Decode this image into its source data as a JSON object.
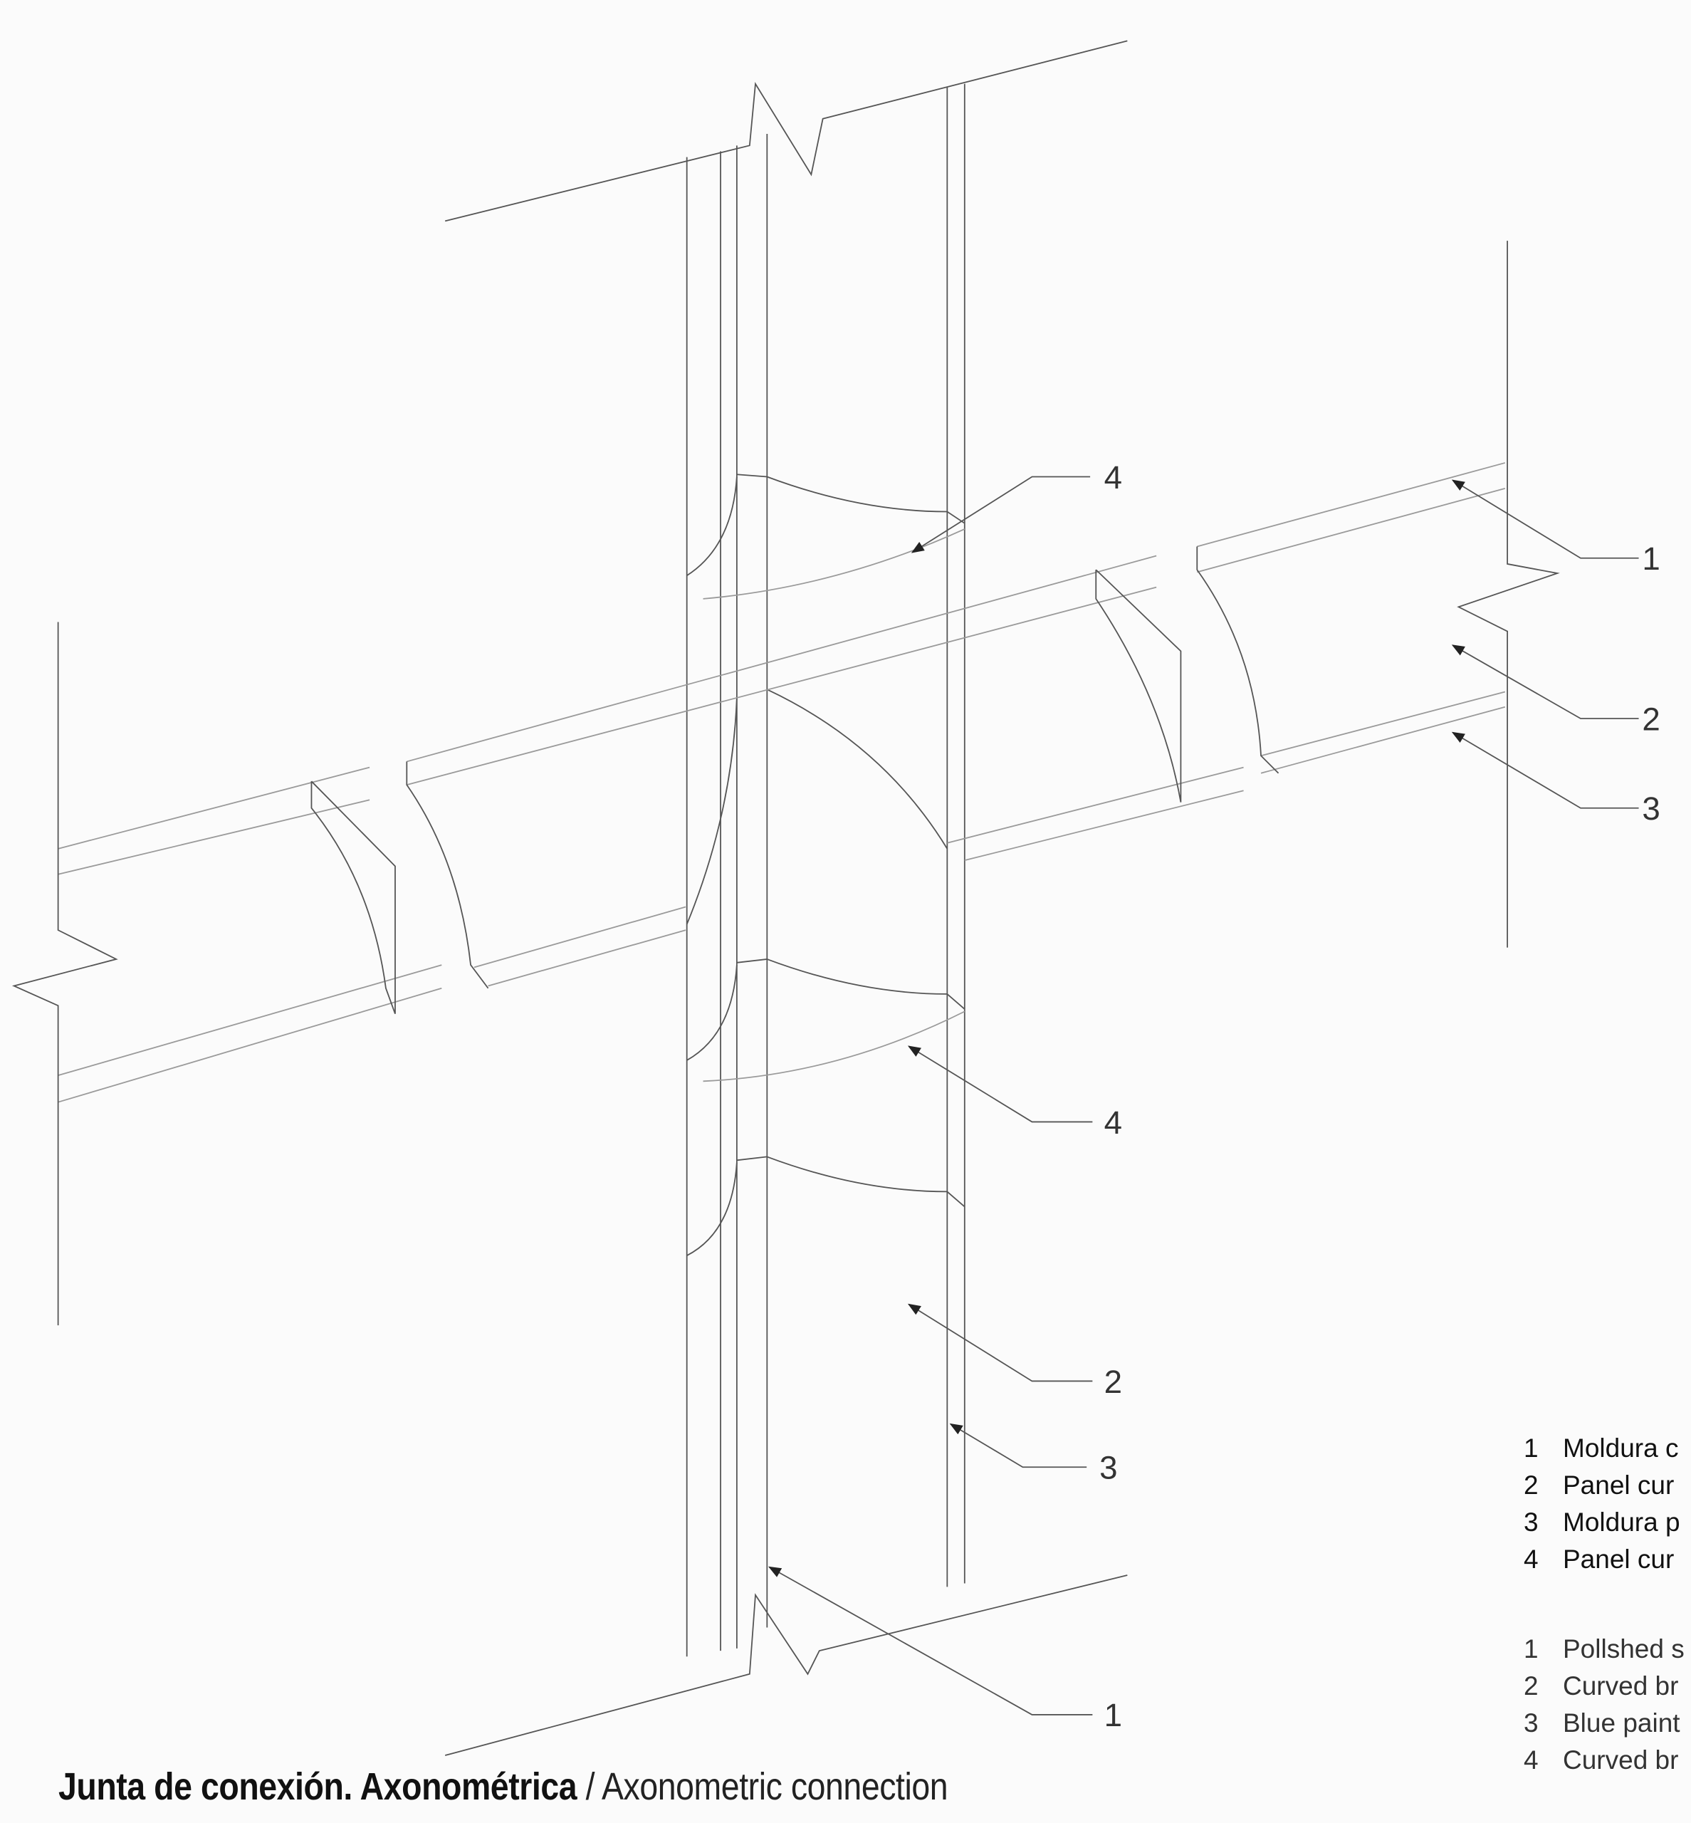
{
  "caption": {
    "title_es": "Junta de conexión. Axonométrica",
    "separator": " / ",
    "title_en": "Axonometric connection"
  },
  "callouts": [
    "4",
    "1",
    "2",
    "3",
    "4",
    "2",
    "3",
    "1"
  ],
  "legend_es": [
    {
      "n": "1",
      "text": "Moldura c"
    },
    {
      "n": "2",
      "text": "Panel cur"
    },
    {
      "n": "3",
      "text": "Moldura p"
    },
    {
      "n": "4",
      "text": "Panel cur"
    }
  ],
  "legend_en": [
    {
      "n": "1",
      "text": "Pollshed s"
    },
    {
      "n": "2",
      "text": "Curved br"
    },
    {
      "n": "3",
      "text": "Blue paint"
    },
    {
      "n": "4",
      "text": "Curved br"
    }
  ]
}
